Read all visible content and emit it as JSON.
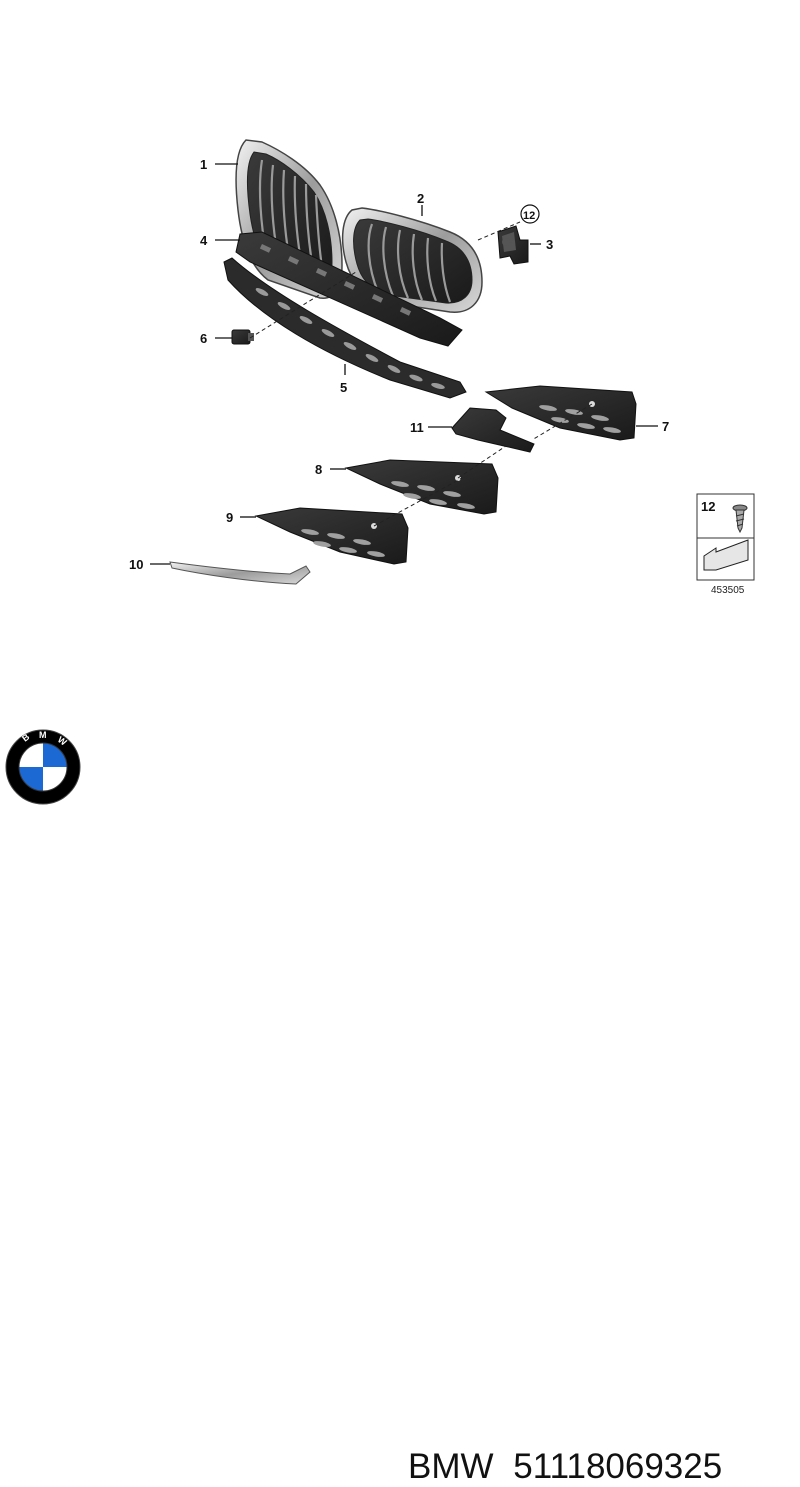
{
  "diagram": {
    "callouts": [
      {
        "id": "callout-1",
        "label": "1"
      },
      {
        "id": "callout-2",
        "label": "2"
      },
      {
        "id": "callout-3",
        "label": "3"
      },
      {
        "id": "callout-4",
        "label": "4"
      },
      {
        "id": "callout-5",
        "label": "5"
      },
      {
        "id": "callout-6",
        "label": "6"
      },
      {
        "id": "callout-7",
        "label": "7"
      },
      {
        "id": "callout-8",
        "label": "8"
      },
      {
        "id": "callout-9",
        "label": "9"
      },
      {
        "id": "callout-10",
        "label": "10"
      },
      {
        "id": "callout-11",
        "label": "11"
      },
      {
        "id": "callout-12-circled",
        "label": "12"
      }
    ],
    "legend": {
      "item_number": "12",
      "diagram_code": "453505"
    }
  },
  "product": {
    "brand": "BMW",
    "part_number": "51118069325"
  },
  "logo": {
    "name": "bmw-roundel-logo",
    "colors": {
      "ring": "#000000",
      "blue": "#1c69d4",
      "white": "#ffffff"
    }
  }
}
